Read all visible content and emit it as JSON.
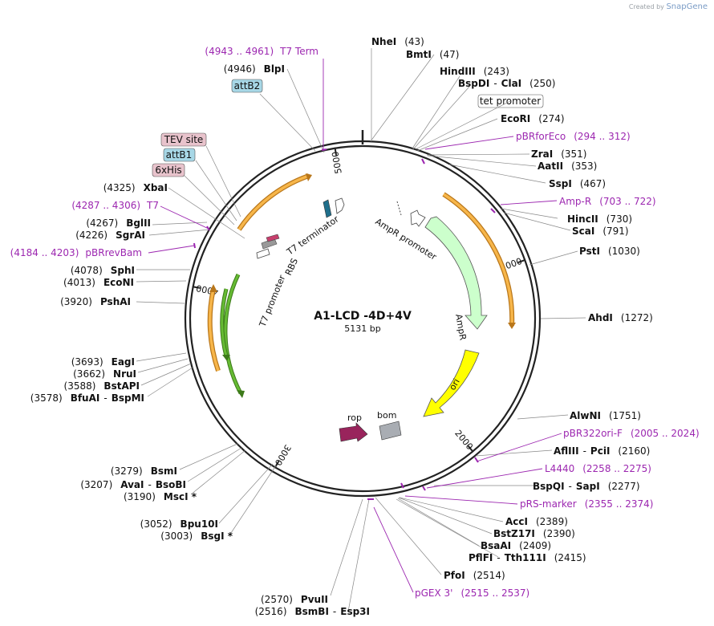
{
  "credit": {
    "prefix": "Created by",
    "brand": "SnapGene"
  },
  "plasmid": {
    "name": "A1-LCD -4D+4V",
    "length_label": "5131 bp",
    "length": 5131
  },
  "ticks": [
    {
      "pos": 1000,
      "label": "1000"
    },
    {
      "pos": 2000,
      "label": "2000"
    },
    {
      "pos": 3000,
      "label": "3000"
    },
    {
      "pos": 4000,
      "label": "4000"
    },
    {
      "pos": 5000,
      "label": "5000"
    }
  ],
  "features": [
    {
      "name": "T7 terminator",
      "color": "#1f6f8b",
      "label": "T7 terminator"
    },
    {
      "name": "AmpR promoter",
      "color": "#ffffff",
      "label": "AmpR promoter"
    },
    {
      "name": "AmpR",
      "color": "#ccffcc",
      "label": "AmpR"
    },
    {
      "name": "ori",
      "color": "#ffff00",
      "label": "ori"
    },
    {
      "name": "rop",
      "color": "#99245c",
      "label": "rop"
    },
    {
      "name": "bom",
      "color": "#a9adb3",
      "label": "bom"
    },
    {
      "name": "T7 promoter",
      "color": "#ffffff",
      "label": "T7 promoter"
    },
    {
      "name": "RBS",
      "color": "#ffffff",
      "label": "RBS"
    },
    {
      "name": "lacI-inner",
      "color": "#66bb33",
      "label": ""
    },
    {
      "name": "orange-orf",
      "color": "#f7b64a",
      "label": ""
    }
  ],
  "feature_boxes": [
    {
      "text": "attB2",
      "fill": "#a7d7e6"
    },
    {
      "text": "TEV site",
      "fill": "#e8c3cc"
    },
    {
      "text": "attB1",
      "fill": "#a7d7e6"
    },
    {
      "text": "6xHis",
      "fill": "#e8c3cc"
    },
    {
      "text": "tet promoter",
      "fill": "#ffffff"
    }
  ],
  "enzymes_right": [
    {
      "name": "NheI",
      "pos": "(43)"
    },
    {
      "name": "BmtI",
      "pos": "(47)"
    },
    {
      "name": "HindIII",
      "pos": "(243)"
    },
    {
      "name": "BspDI",
      "name2": "ClaI",
      "pos": "(250)"
    },
    {
      "name": "EcoRI",
      "pos": "(274)"
    },
    {
      "name": "ZraI",
      "pos": "(351)"
    },
    {
      "name": "AatII",
      "pos": "(353)"
    },
    {
      "name": "SspI",
      "pos": "(467)"
    },
    {
      "name": "HincII",
      "pos": "(730)"
    },
    {
      "name": "ScaI",
      "pos": "(791)"
    },
    {
      "name": "PstI",
      "pos": "(1030)"
    },
    {
      "name": "AhdI",
      "pos": "(1272)"
    },
    {
      "name": "AlwNI",
      "pos": "(1751)"
    },
    {
      "name": "AflIII",
      "name2": "PciI",
      "pos": "(2160)"
    },
    {
      "name": "BspQI",
      "name2": "SapI",
      "pos": "(2277)"
    },
    {
      "name": "AccI",
      "pos": "(2389)"
    },
    {
      "name": "BstZ17I",
      "pos": "(2390)"
    },
    {
      "name": "BsaAI",
      "pos": "(2409)"
    },
    {
      "name": "PflFI",
      "name2": "Tth111I",
      "pos": "(2415)"
    },
    {
      "name": "PfoI",
      "pos": "(2514)"
    }
  ],
  "enzymes_left": [
    {
      "name": "BlpI",
      "pos": "(4946)"
    },
    {
      "name": "XbaI",
      "pos": "(4325)"
    },
    {
      "name": "BglII",
      "pos": "(4267)"
    },
    {
      "name": "SgrAI",
      "pos": "(4226)"
    },
    {
      "name": "SphI",
      "pos": "(4078)"
    },
    {
      "name": "EcoNI",
      "pos": "(4013)"
    },
    {
      "name": "PshAI",
      "pos": "(3920)"
    },
    {
      "name": "EagI",
      "pos": "(3693)"
    },
    {
      "name": "NruI",
      "pos": "(3662)"
    },
    {
      "name": "BstAPI",
      "pos": "(3588)"
    },
    {
      "name": "BfuAI",
      "name2": "BspMI",
      "pos": "(3578)"
    },
    {
      "name": "BsmI",
      "pos": "(3279)"
    },
    {
      "name": "AvaI",
      "name2": "BsoBI",
      "pos": "(3207)"
    },
    {
      "name": "MscI *",
      "pos": "(3190)"
    },
    {
      "name": "Bpu10I",
      "pos": "(3052)"
    },
    {
      "name": "BsgI *",
      "pos": "(3003)"
    },
    {
      "name": "PvuII",
      "pos": "(2570)"
    },
    {
      "name": "BsmBI",
      "name2": "Esp3I",
      "pos": "(2516)"
    }
  ],
  "primers": [
    {
      "name": "T7 Term",
      "range": "(4943 .. 4961)"
    },
    {
      "name": "pBRforEco",
      "range": "(294 .. 312)"
    },
    {
      "name": "Amp-R",
      "range": "(703 .. 722)"
    },
    {
      "name": "T7",
      "range": "(4287 .. 4306)"
    },
    {
      "name": "pBRrevBam",
      "range": "(4184 .. 4203)"
    },
    {
      "name": "pBR322ori-F",
      "range": "(2005 .. 2024)"
    },
    {
      "name": "L4440",
      "range": "(2258 .. 2275)"
    },
    {
      "name": "pRS-marker",
      "range": "(2355 .. 2374)"
    },
    {
      "name": "pGEX 3'",
      "range": "(2515 .. 2537)"
    }
  ]
}
